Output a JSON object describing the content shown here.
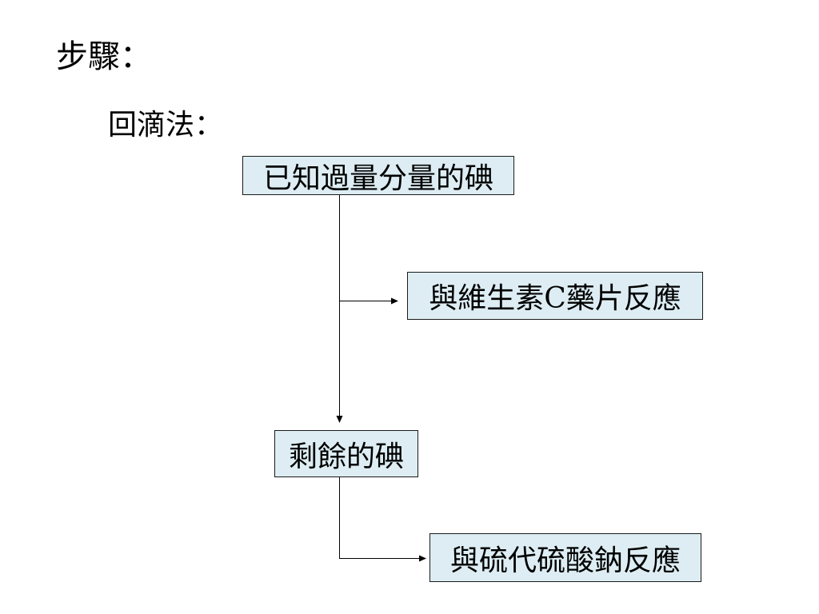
{
  "slide": {
    "title": "步驟：",
    "subtitle": "回滴法："
  },
  "flowchart": {
    "nodes": [
      {
        "label": "已知過量分量的碘"
      },
      {
        "label": "與維生素C藥片反應"
      },
      {
        "label": "剩餘的碘"
      },
      {
        "label": "與硫代硫酸鈉反應"
      }
    ]
  },
  "colors": {
    "box_fill": "#ddedf3",
    "box_border": "#1a1a1a",
    "line": "#000000"
  }
}
